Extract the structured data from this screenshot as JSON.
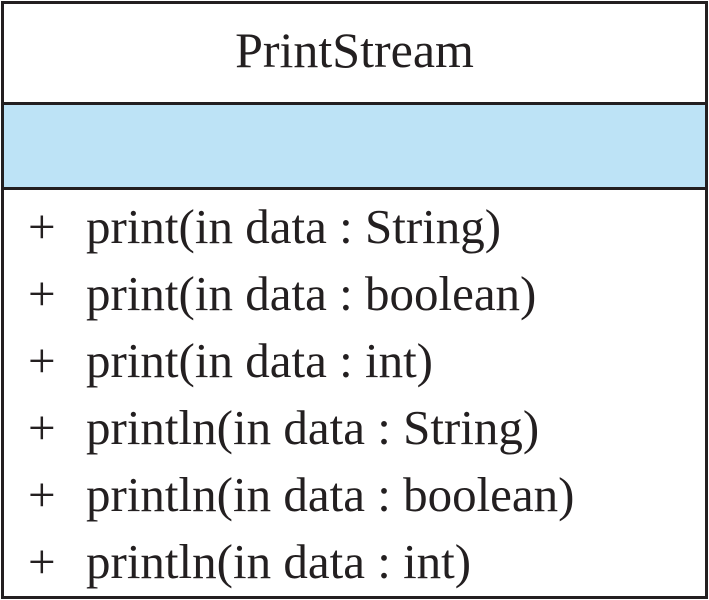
{
  "class": {
    "name": "PrintStream",
    "attribute_fill": "#bde3f6",
    "border_color": "#231f20",
    "operations": [
      {
        "visibility": "+",
        "signature": "print(in data : String)"
      },
      {
        "visibility": "+",
        "signature": "print(in data : boolean)"
      },
      {
        "visibility": "+",
        "signature": "print(in data : int)"
      },
      {
        "visibility": "+",
        "signature": "println(in data : String)"
      },
      {
        "visibility": "+",
        "signature": "println(in data : boolean)"
      },
      {
        "visibility": "+",
        "signature": "println(in data : int)"
      }
    ]
  }
}
